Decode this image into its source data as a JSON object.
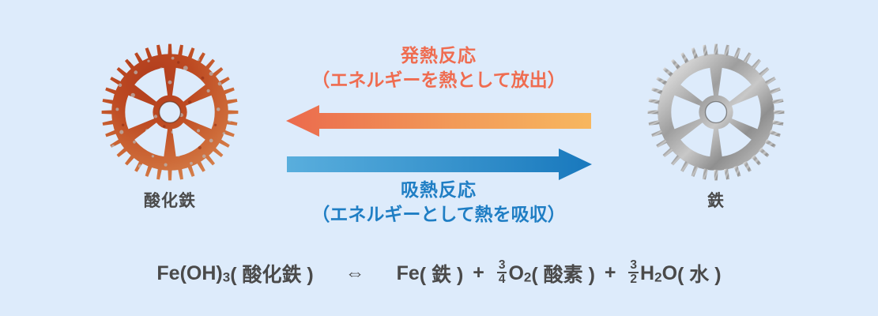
{
  "background_color": "#ddebfb",
  "gears": {
    "left": {
      "name": "rusted-gear",
      "caption": "酸化鉄",
      "colors": {
        "rust_dark": "#a8361b",
        "rust_mid": "#c9542a",
        "rust_light": "#e08a5a",
        "metal": "#b9b9b9"
      }
    },
    "right": {
      "name": "steel-gear",
      "caption": "鉄",
      "colors": {
        "metal_light": "#e4e4e4",
        "metal_mid": "#a9a9a9",
        "metal_dark": "#6f6f6f"
      }
    }
  },
  "arrows": {
    "exothermic": {
      "direction": "left",
      "title": "発熱反応",
      "subtitle": "（エネルギーを熱として放出）",
      "text_color": "#ef6c50",
      "gradient_from": "#f6b45e",
      "gradient_to": "#ec6a4d"
    },
    "endothermic": {
      "direction": "right",
      "title": "吸熱反応",
      "subtitle": "（エネルギーとして熱を吸収）",
      "text_color": "#1f7ec4",
      "gradient_from": "#5aaedd",
      "gradient_to": "#1878bd"
    }
  },
  "equation": {
    "full_text": "Fe(OH)3( 酸化鉄 )  ⇔  Fe( 鉄 ) + 3/4 O2( 酸素 ) + 3/2 H2O( 水 )",
    "text_color": "#4a4a4a",
    "parts": {
      "reactant_formula": "Fe(OH)",
      "reactant_sub": "3",
      "reactant_name": "( 酸化鉄 )",
      "equilibrium_symbol": "⇔",
      "product1_formula": "Fe",
      "product1_name": "( 鉄 )",
      "plus1": "+",
      "coef2_num": "3",
      "coef2_den": "4",
      "product2_formula": "O",
      "product2_sub": "2",
      "product2_name": "( 酸素 )",
      "plus2": "+",
      "coef3_num": "3",
      "coef3_den": "2",
      "product3_formula_a": "H",
      "product3_sub": "2",
      "product3_formula_b": "O",
      "product3_name": "( 水 )"
    }
  }
}
